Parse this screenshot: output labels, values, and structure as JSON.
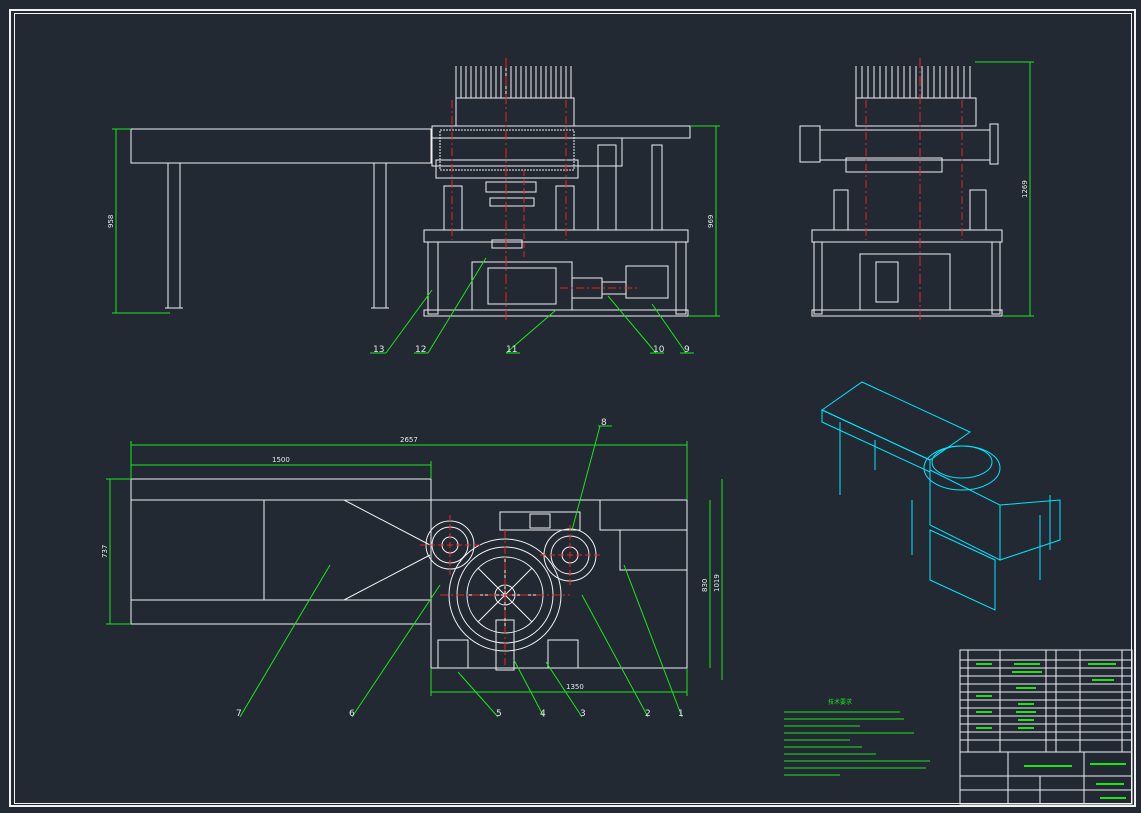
{
  "drawing": {
    "part_numbers": [
      "1",
      "2",
      "3",
      "4",
      "5",
      "6",
      "7",
      "8",
      "9",
      "10",
      "11",
      "12",
      "13"
    ],
    "dimensions": {
      "front_height_left": "958",
      "front_height_right": "969",
      "side_height": "1269",
      "top_overall_length": "2657",
      "top_conveyor_length": "1500",
      "top_width_left": "737",
      "top_width_right_inner": "830",
      "top_width_right_outer": "1019",
      "top_bottom_length": "1350"
    },
    "technical_requirements": {
      "title": "技术要求"
    },
    "colors": {
      "background": "#222933",
      "frame": "#f2f2f2",
      "geometry": "#f0f0f0",
      "leader": "#19e619",
      "centerline": "#e52222",
      "iso": "#00e5ff"
    }
  }
}
